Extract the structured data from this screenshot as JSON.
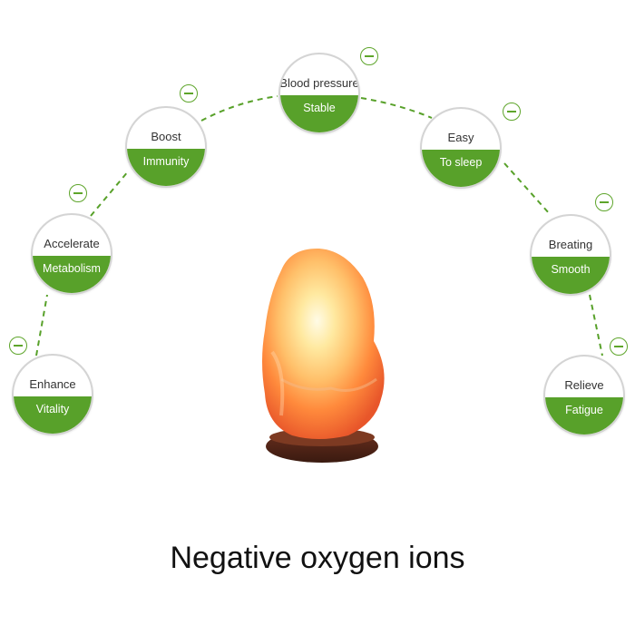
{
  "accent_green": "#58a12a",
  "benefits": [
    {
      "top": "Enhance",
      "bottom": "Vitality"
    },
    {
      "top": "Accelerate",
      "bottom": "Metabolism"
    },
    {
      "top": "Boost",
      "bottom": "Immunity"
    },
    {
      "top": "Blood pressure",
      "bottom": "Stable"
    },
    {
      "top": "Easy",
      "bottom": "To sleep"
    },
    {
      "top": "Breating",
      "bottom": "Smooth"
    },
    {
      "top": "Relieve",
      "bottom": "Fatigue"
    }
  ],
  "negative_ion_icon": "minus-circle-icon",
  "lamp_icon": "salt-lamp",
  "caption": "Negative oxygen ions"
}
